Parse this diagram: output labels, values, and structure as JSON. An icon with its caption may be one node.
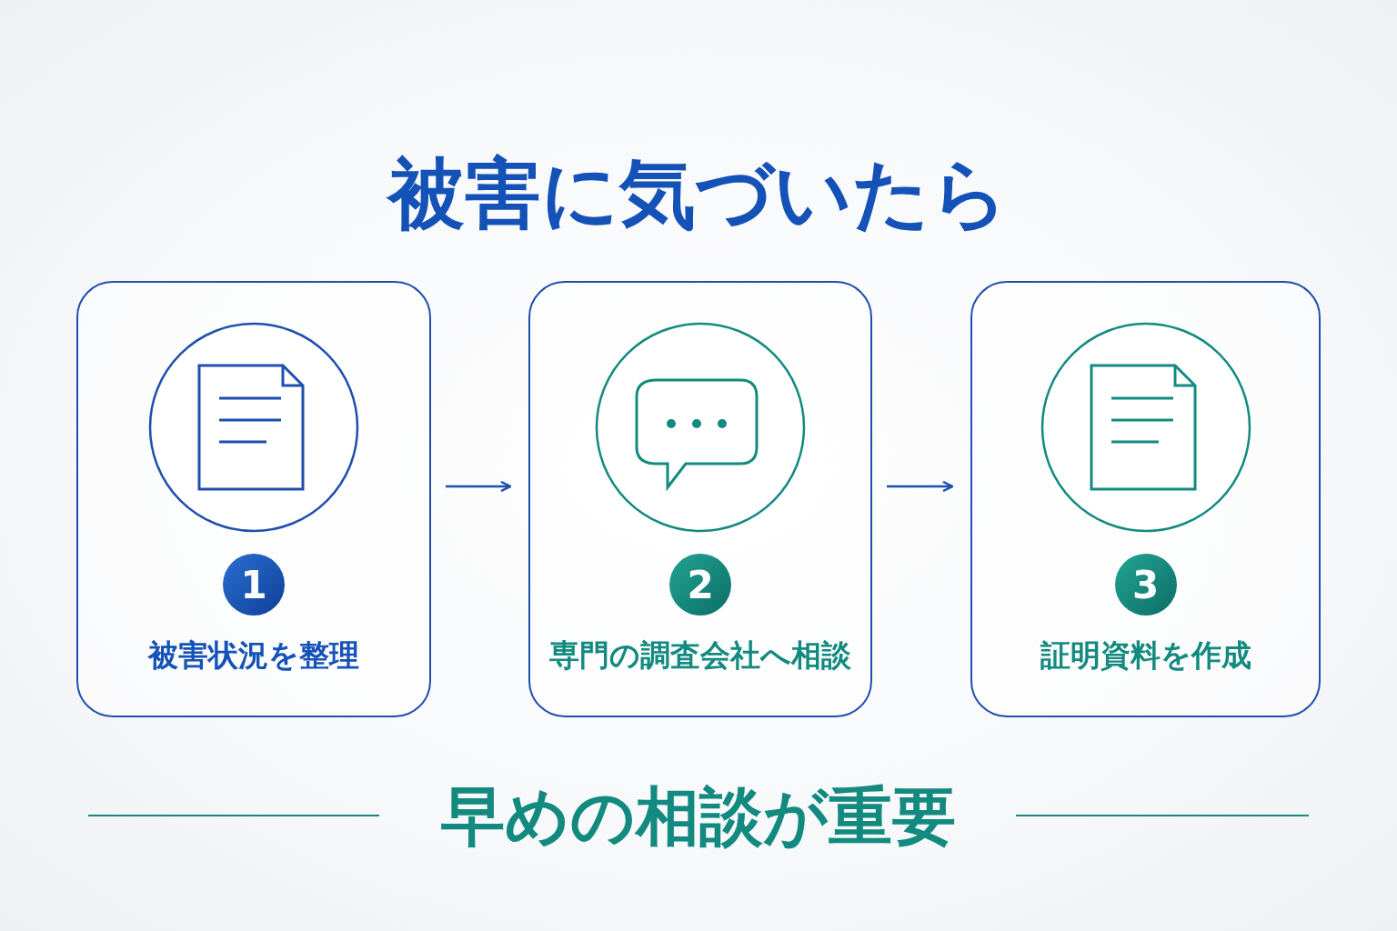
{
  "diagram": {
    "title": "被害に気づいたら",
    "nodes": [
      {
        "text": [
          "1",
          "被害状況を整理"
        ]
      },
      {
        "text": [
          "2",
          "専門の調査会社へ相談"
        ]
      },
      {
        "text": [
          "3",
          "証明資料を作成"
        ]
      }
    ],
    "edges": [
      {
        "from": 0,
        "to": 1,
        "arrow": "to"
      },
      {
        "from": 1,
        "to": 2,
        "arrow": "to"
      }
    ],
    "caption": "早めの相談が重要"
  }
}
